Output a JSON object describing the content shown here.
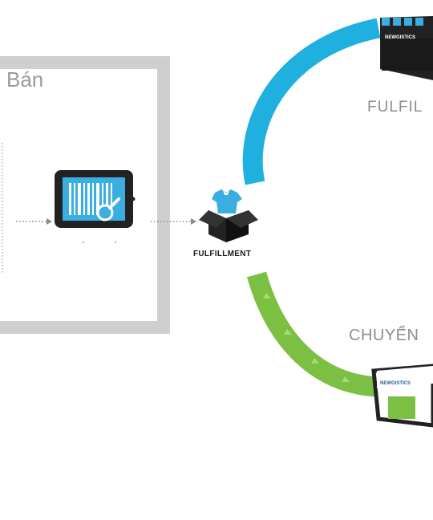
{
  "seller_panel": {
    "title": "Bán"
  },
  "hub": {
    "label": "FULFILLMENT",
    "icon": "open-box-icon"
  },
  "scanner": {
    "icon": "barcode-scanner-tablet-icon"
  },
  "warehouse_top": {
    "sign": "NEWGISTICS",
    "caption": "FULFIL"
  },
  "warehouse_bottom": {
    "sign": "NEWGISTICS",
    "caption": "CHUYỂN"
  },
  "colors": {
    "panel_gray": "#cfcfcf",
    "arc_blue": "#1fb0e0",
    "arc_green": "#7cc043",
    "icon_dark": "#222222",
    "shirt_blue": "#3aaee0"
  }
}
